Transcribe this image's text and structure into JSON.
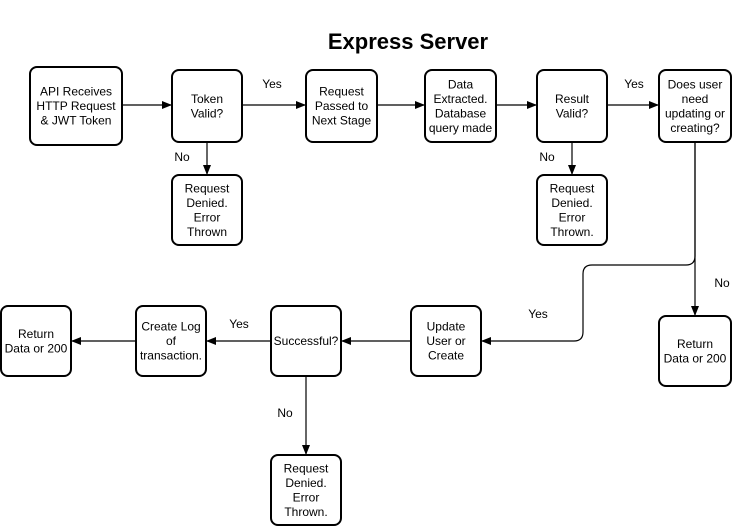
{
  "diagram": {
    "title": "Express Server",
    "nodes": [
      {
        "id": "api-receives",
        "lines": [
          "API Receives",
          "HTTP Request",
          "& JWT Token"
        ]
      },
      {
        "id": "token-valid",
        "lines": [
          "Token",
          "Valid?"
        ]
      },
      {
        "id": "request-passed",
        "lines": [
          "Request",
          "Passed to",
          "Next Stage"
        ]
      },
      {
        "id": "data-extracted",
        "lines": [
          "Data",
          "Extracted.",
          "Database",
          "query made"
        ]
      },
      {
        "id": "result-valid",
        "lines": [
          "Result",
          "Valid?"
        ]
      },
      {
        "id": "does-user-need",
        "lines": [
          "Does user",
          "need",
          "updating or",
          "creating?"
        ]
      },
      {
        "id": "request-denied-1",
        "lines": [
          "Request",
          "Denied.",
          "Error",
          "Thrown"
        ]
      },
      {
        "id": "request-denied-2",
        "lines": [
          "Request",
          "Denied.",
          "Error",
          "Thrown."
        ]
      },
      {
        "id": "return-right",
        "lines": [
          "Return",
          "Data or 200"
        ]
      },
      {
        "id": "update-user",
        "lines": [
          "Update",
          "User or",
          "Create"
        ]
      },
      {
        "id": "successful",
        "lines": [
          "Successful?"
        ]
      },
      {
        "id": "create-log",
        "lines": [
          "Create Log",
          "of",
          "transaction."
        ]
      },
      {
        "id": "return-left",
        "lines": [
          "Return",
          "Data or 200"
        ]
      },
      {
        "id": "request-denied-3",
        "lines": [
          "Request",
          "Denied.",
          "Error",
          "Thrown."
        ]
      }
    ],
    "edges": [
      {
        "id": "api-to-token",
        "from": "api-receives",
        "to": "token-valid",
        "label": ""
      },
      {
        "id": "token-to-passed",
        "from": "token-valid",
        "to": "request-passed",
        "label": "Yes"
      },
      {
        "id": "token-to-denied",
        "from": "token-valid",
        "to": "request-denied-1",
        "label": "No"
      },
      {
        "id": "passed-to-data",
        "from": "request-passed",
        "to": "data-extracted",
        "label": ""
      },
      {
        "id": "data-to-result",
        "from": "data-extracted",
        "to": "result-valid",
        "label": ""
      },
      {
        "id": "result-to-does",
        "from": "result-valid",
        "to": "does-user-need",
        "label": "Yes"
      },
      {
        "id": "result-to-denied",
        "from": "result-valid",
        "to": "request-denied-2",
        "label": "No"
      },
      {
        "id": "does-to-update",
        "from": "does-user-need",
        "to": "update-user",
        "label": "Yes"
      },
      {
        "id": "does-to-return",
        "from": "does-user-need",
        "to": "return-right",
        "label": "No"
      },
      {
        "id": "update-to-successful",
        "from": "update-user",
        "to": "successful",
        "label": ""
      },
      {
        "id": "successful-to-log",
        "from": "successful",
        "to": "create-log",
        "label": "Yes"
      },
      {
        "id": "successful-to-denied",
        "from": "successful",
        "to": "request-denied-3",
        "label": "No"
      },
      {
        "id": "log-to-return",
        "from": "create-log",
        "to": "return-left",
        "label": ""
      }
    ]
  }
}
